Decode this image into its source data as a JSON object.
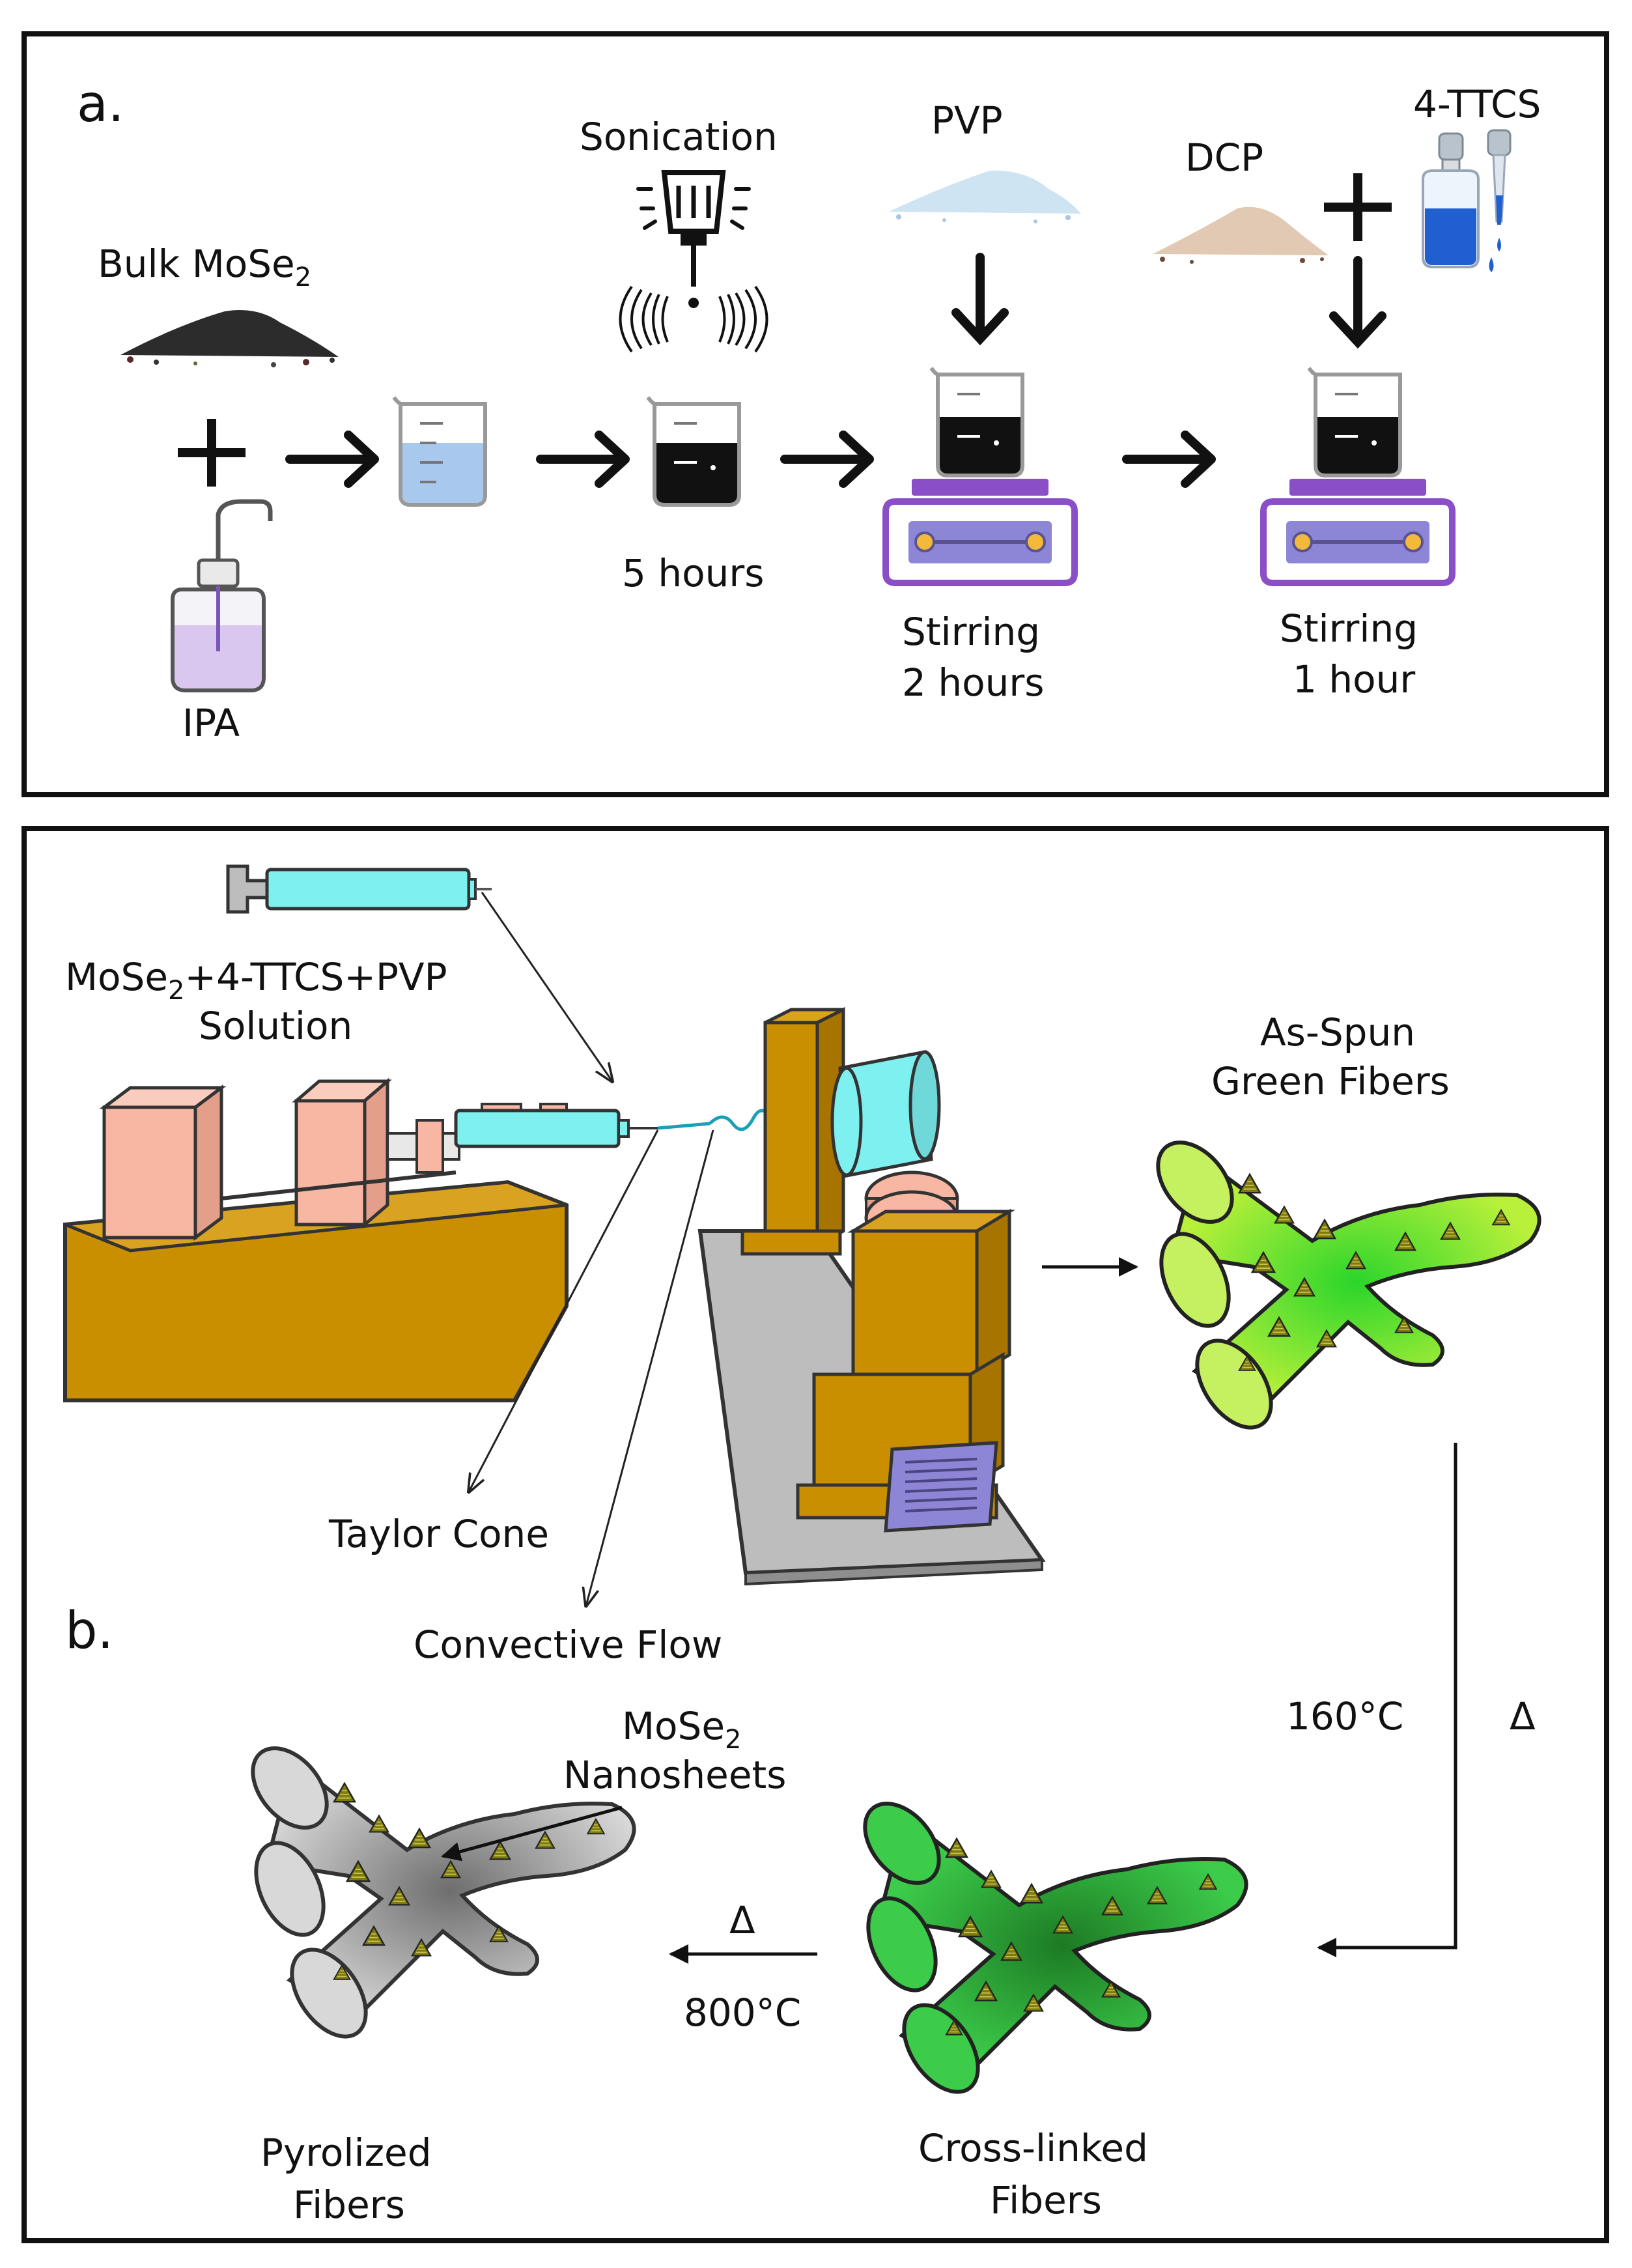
{
  "panel_a": {
    "letter": "a.",
    "bulk_label": "Bulk MoSe",
    "bulk_sub": "2",
    "ipa_label": "IPA",
    "sonication_label": "Sonication",
    "sonication_time": "5 hours",
    "pvp_label": "PVP",
    "stir1_line1": "Stirring",
    "stir1_line2": "2 hours",
    "dcp_label": "DCP",
    "ttcs_label": "4-TTCS",
    "stir2_line1": "Stirring",
    "stir2_line2": "1 hour"
  },
  "panel_b": {
    "letter": "b.",
    "solution_line1_a": "MoSe",
    "solution_line1_sub": "2",
    "solution_line1_b": "+4-TTCS+PVP",
    "solution_line2": "Solution",
    "taylor_cone": "Taylor Cone",
    "convective_flow": "Convective Flow",
    "green_line1": "As-Spun",
    "green_line2": "Green Fibers",
    "temp_160": "160°C",
    "delta_1": "Δ",
    "crosslinked_line1": "Cross-linked",
    "crosslinked_line2": "Fibers",
    "delta_2": "Δ",
    "temp_800": "800°C",
    "nanosheets_line1_a": "MoSe",
    "nanosheets_line1_sub": "2",
    "nanosheets_line2": "Nanosheets",
    "pyrolized_line1": "Pyrolized",
    "pyrolized_line2": "Fibers"
  },
  "colors": {
    "border": "#111111",
    "powder_dark": "#333333",
    "powder_dcp": "#e2c9b4",
    "powder_pvp": "#cfe4f2",
    "solution_light": "#a9c8ee",
    "solution_dark": "#111111",
    "stirrer_purple": "#8a4fc7",
    "stirrer_knob": "#f2b93b",
    "drop_blue": "#1f5fd0",
    "apparatus_gold": "#c98f00",
    "block_pink": "#f7b7a3",
    "syringe_cyan": "#7ff0f0",
    "fiber_green_light": "#b8f03a",
    "fiber_green": "#3ccc4a",
    "fiber_gray": "#d8d8d8",
    "sheet_olive": "#7d7a12",
    "base_gray": "#bdbdbd",
    "motor_lavender": "#8d86d6"
  }
}
